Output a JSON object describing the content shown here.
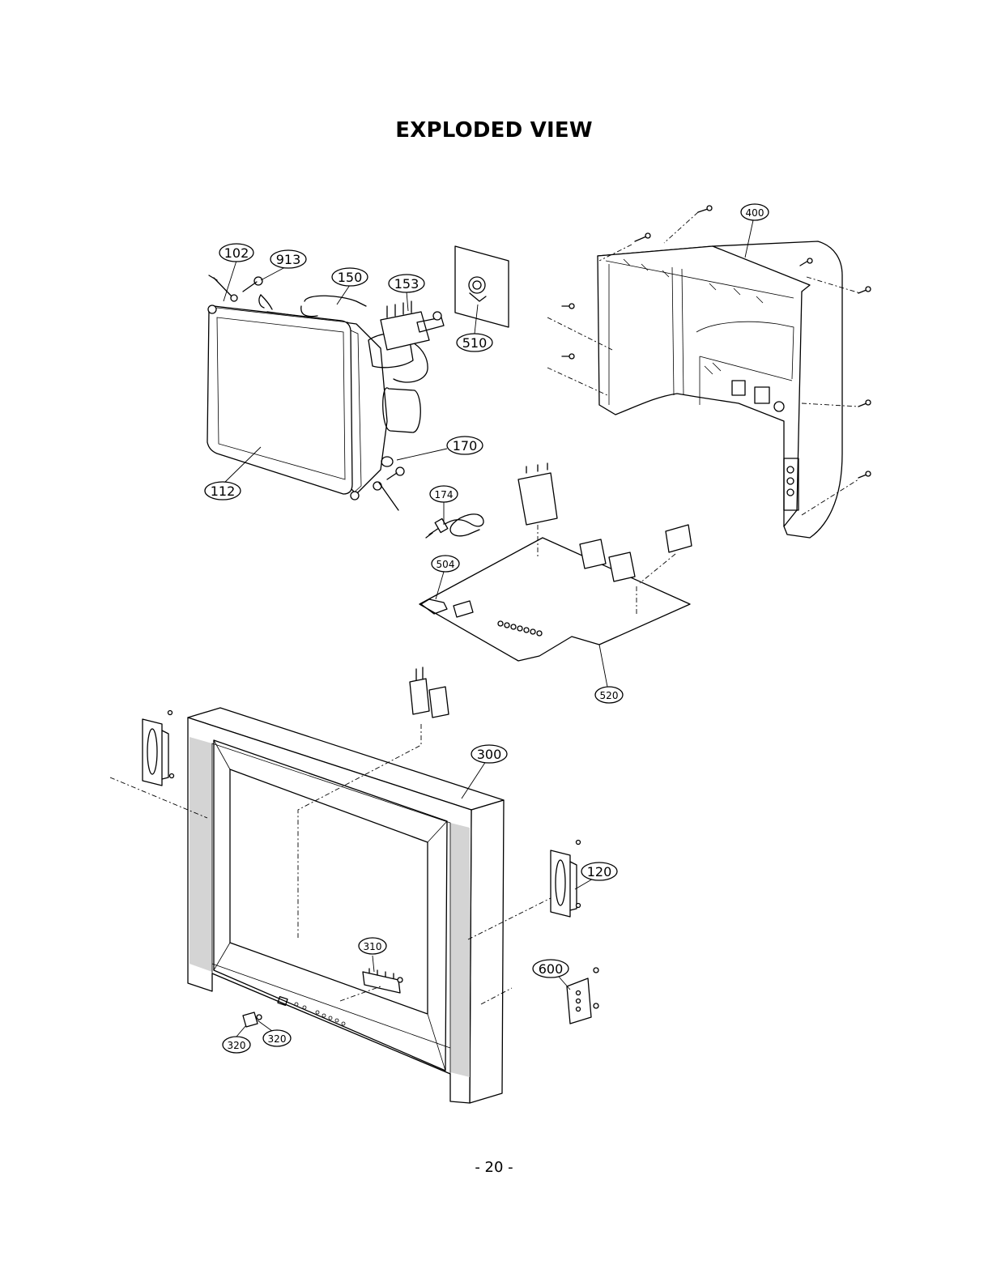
{
  "page": {
    "title": "EXPLODED VIEW",
    "page_number": "-  20  -"
  },
  "labels": {
    "p102": "102",
    "p913": "913",
    "p150": "150",
    "p153": "153",
    "p510": "510",
    "p400": "400",
    "p170": "170",
    "p112": "112",
    "p174": "174",
    "p504": "504",
    "p520": "520",
    "p300": "300",
    "p120": "120",
    "p310": "310",
    "p600": "600",
    "p320a": "320",
    "p320b": "320"
  }
}
